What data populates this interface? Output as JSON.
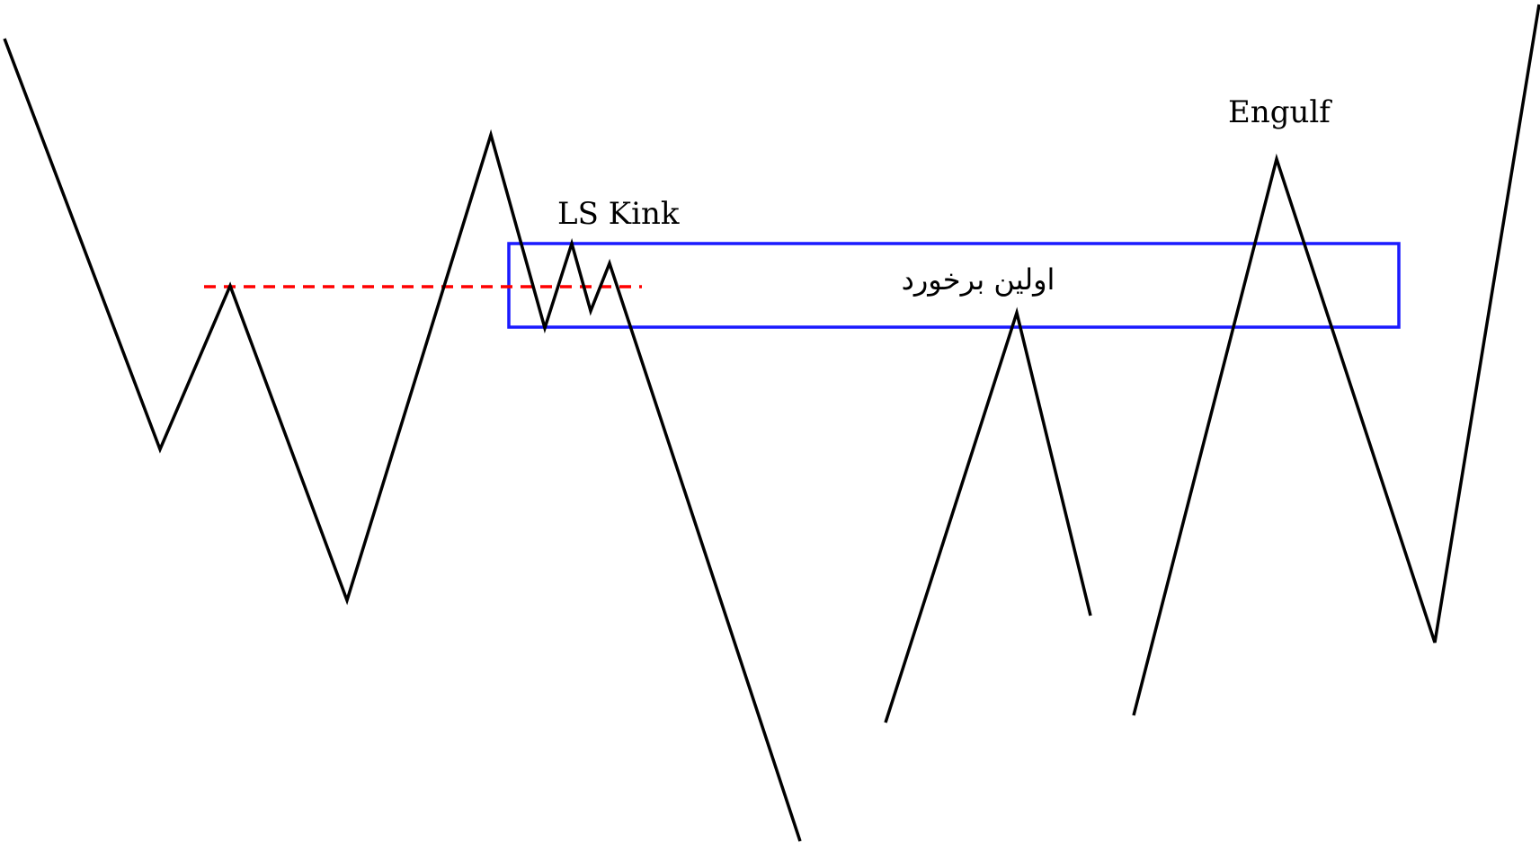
{
  "labels": {
    "ls_kink": "LS Kink",
    "engulf": "Engulf",
    "first_touch": "اولین برخورد"
  },
  "colors": {
    "background": "#ffffff",
    "price_line": "#000000",
    "zone_border": "#1a1aff",
    "level_line": "#ff0000"
  }
}
